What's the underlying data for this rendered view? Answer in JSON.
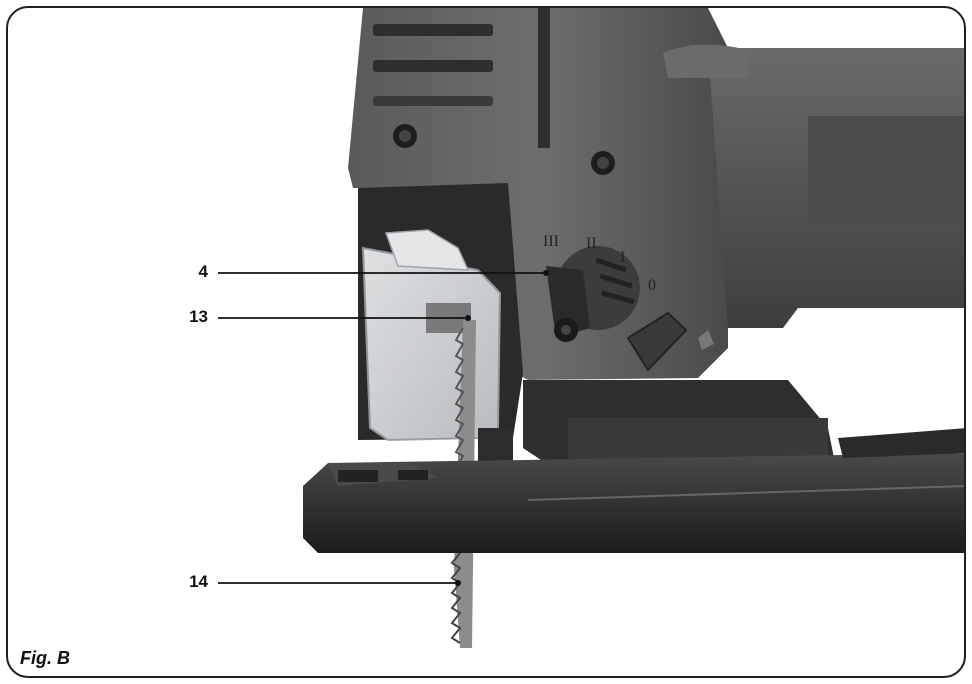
{
  "figure": {
    "caption": "Fig. B",
    "callouts": [
      {
        "label": "4",
        "target": "bevel-angle-lever"
      },
      {
        "label": "13",
        "target": "blade-guard"
      },
      {
        "label": "14",
        "target": "saw-blade"
      }
    ],
    "dial_marks": [
      "III",
      "II",
      "I",
      "0"
    ],
    "colors": {
      "body": "#555555",
      "housing_dark": "#3a3a3a",
      "base_plate": "#2b2b2b",
      "guard": "#d9dcdf"
    }
  }
}
